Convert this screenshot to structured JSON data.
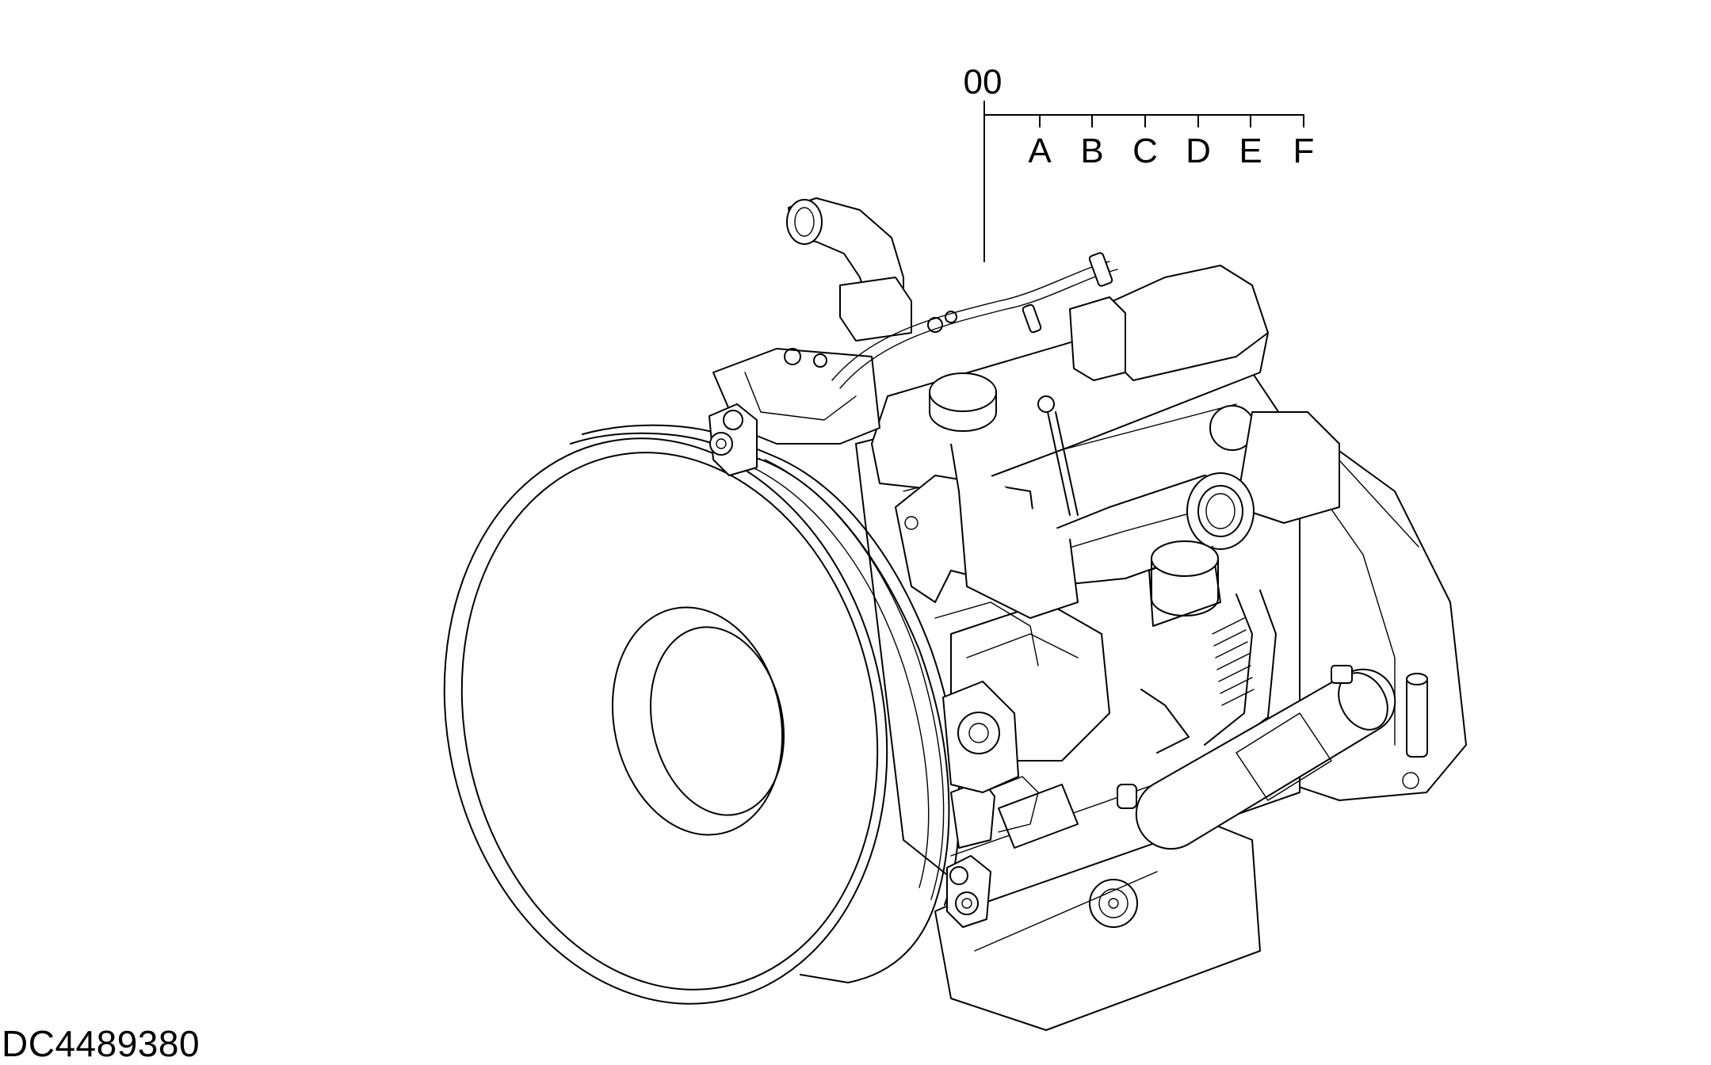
{
  "callouts": {
    "main": "00",
    "variants": [
      "A",
      "B",
      "C",
      "D",
      "E",
      "F"
    ]
  },
  "document_id": "DC4489380"
}
